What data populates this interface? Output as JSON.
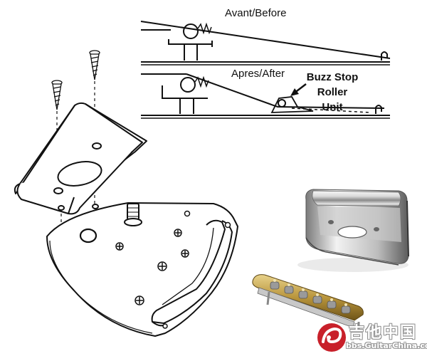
{
  "labels": {
    "before": "Avant/Before",
    "after": "Apres/After",
    "callout": [
      "Buzz Stop",
      "Roller",
      "Unit"
    ]
  },
  "watermark": {
    "title": "吉他中国",
    "url": "bbs.GuitarChina.com"
  },
  "colors": {
    "ink": "#111111",
    "chrome_dark": "#5a5a5a",
    "chrome_light": "#f2f2f2",
    "brass": "#b9953c",
    "watermark_red": "#c8202a"
  },
  "icons": [
    "screw-icon",
    "arrow-icon",
    "watermark-logo-icon"
  ]
}
